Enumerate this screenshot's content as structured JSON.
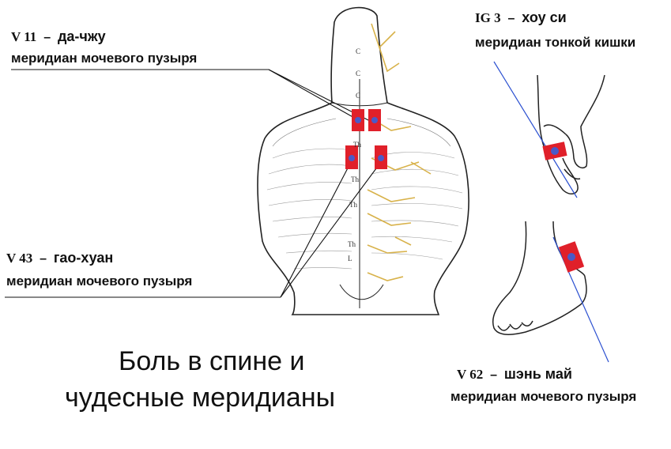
{
  "title": {
    "line1": "Боль в спине и",
    "line2": "чудесные меридианы"
  },
  "points": {
    "v11": {
      "code": "V 11",
      "dash": "–",
      "name": "да-чжу",
      "meridian": "меридиан мочевого пузыря"
    },
    "v43": {
      "code": "V 43",
      "dash": "–",
      "name": "гао-хуан",
      "meridian": "меридиан мочевого пузыря"
    },
    "ig3": {
      "code": "IG 3",
      "dash": "–",
      "name": "хоу си",
      "meridian": "меридиан тонкой кишки"
    },
    "v62": {
      "code": "V 62",
      "dash": "–",
      "name": "шэнь май",
      "meridian": "меридиан мочевого пузыря"
    }
  },
  "vertebrae": [
    "C",
    "C",
    "C",
    "Th",
    "Th",
    "Th",
    "Th",
    "L"
  ],
  "colors": {
    "marker_red": "#e0202a",
    "marker_blue": "#4a5ac8",
    "guide_line": "#2a4fd0",
    "lines": "#111111",
    "body_outline": "#222222",
    "nerves": "#d8b24a"
  }
}
